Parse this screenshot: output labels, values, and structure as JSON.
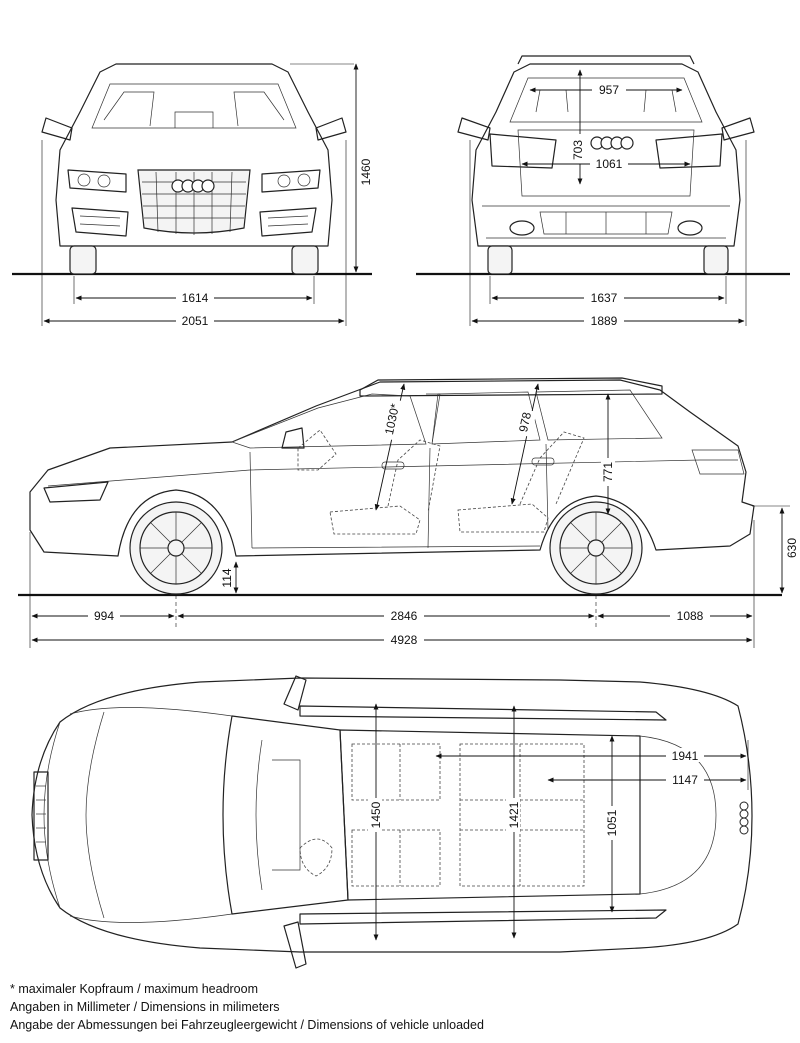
{
  "dimensions": {
    "front_height": "1460",
    "front_track": "1614",
    "front_width": "2051",
    "rear_head_width": "957",
    "rear_cargo_height": "703",
    "rear_load_width": "1061",
    "rear_track": "1637",
    "rear_width": "1889",
    "side_front_headroom": "1030*",
    "side_rear_headroom": "978",
    "side_load_height": "771",
    "side_ground_clearance": "114",
    "side_sill_height": "630",
    "side_front_overhang": "994",
    "side_wheelbase": "2846",
    "side_rear_overhang": "1088",
    "side_length": "4928",
    "top_cargo_length": "1941",
    "top_cargo_floor_length": "1147",
    "top_front_shoulder": "1450",
    "top_rear_shoulder": "1421",
    "top_cargo_width": "1051"
  },
  "footnotes": {
    "line1": "* maximaler Kopfraum / maximum headroom",
    "line2": "Angaben in Millimeter / Dimensions in milimeters",
    "line3": "Angabe der Abmessungen bei Fahrzeugleergewicht / Dimensions of vehicle unloaded"
  }
}
